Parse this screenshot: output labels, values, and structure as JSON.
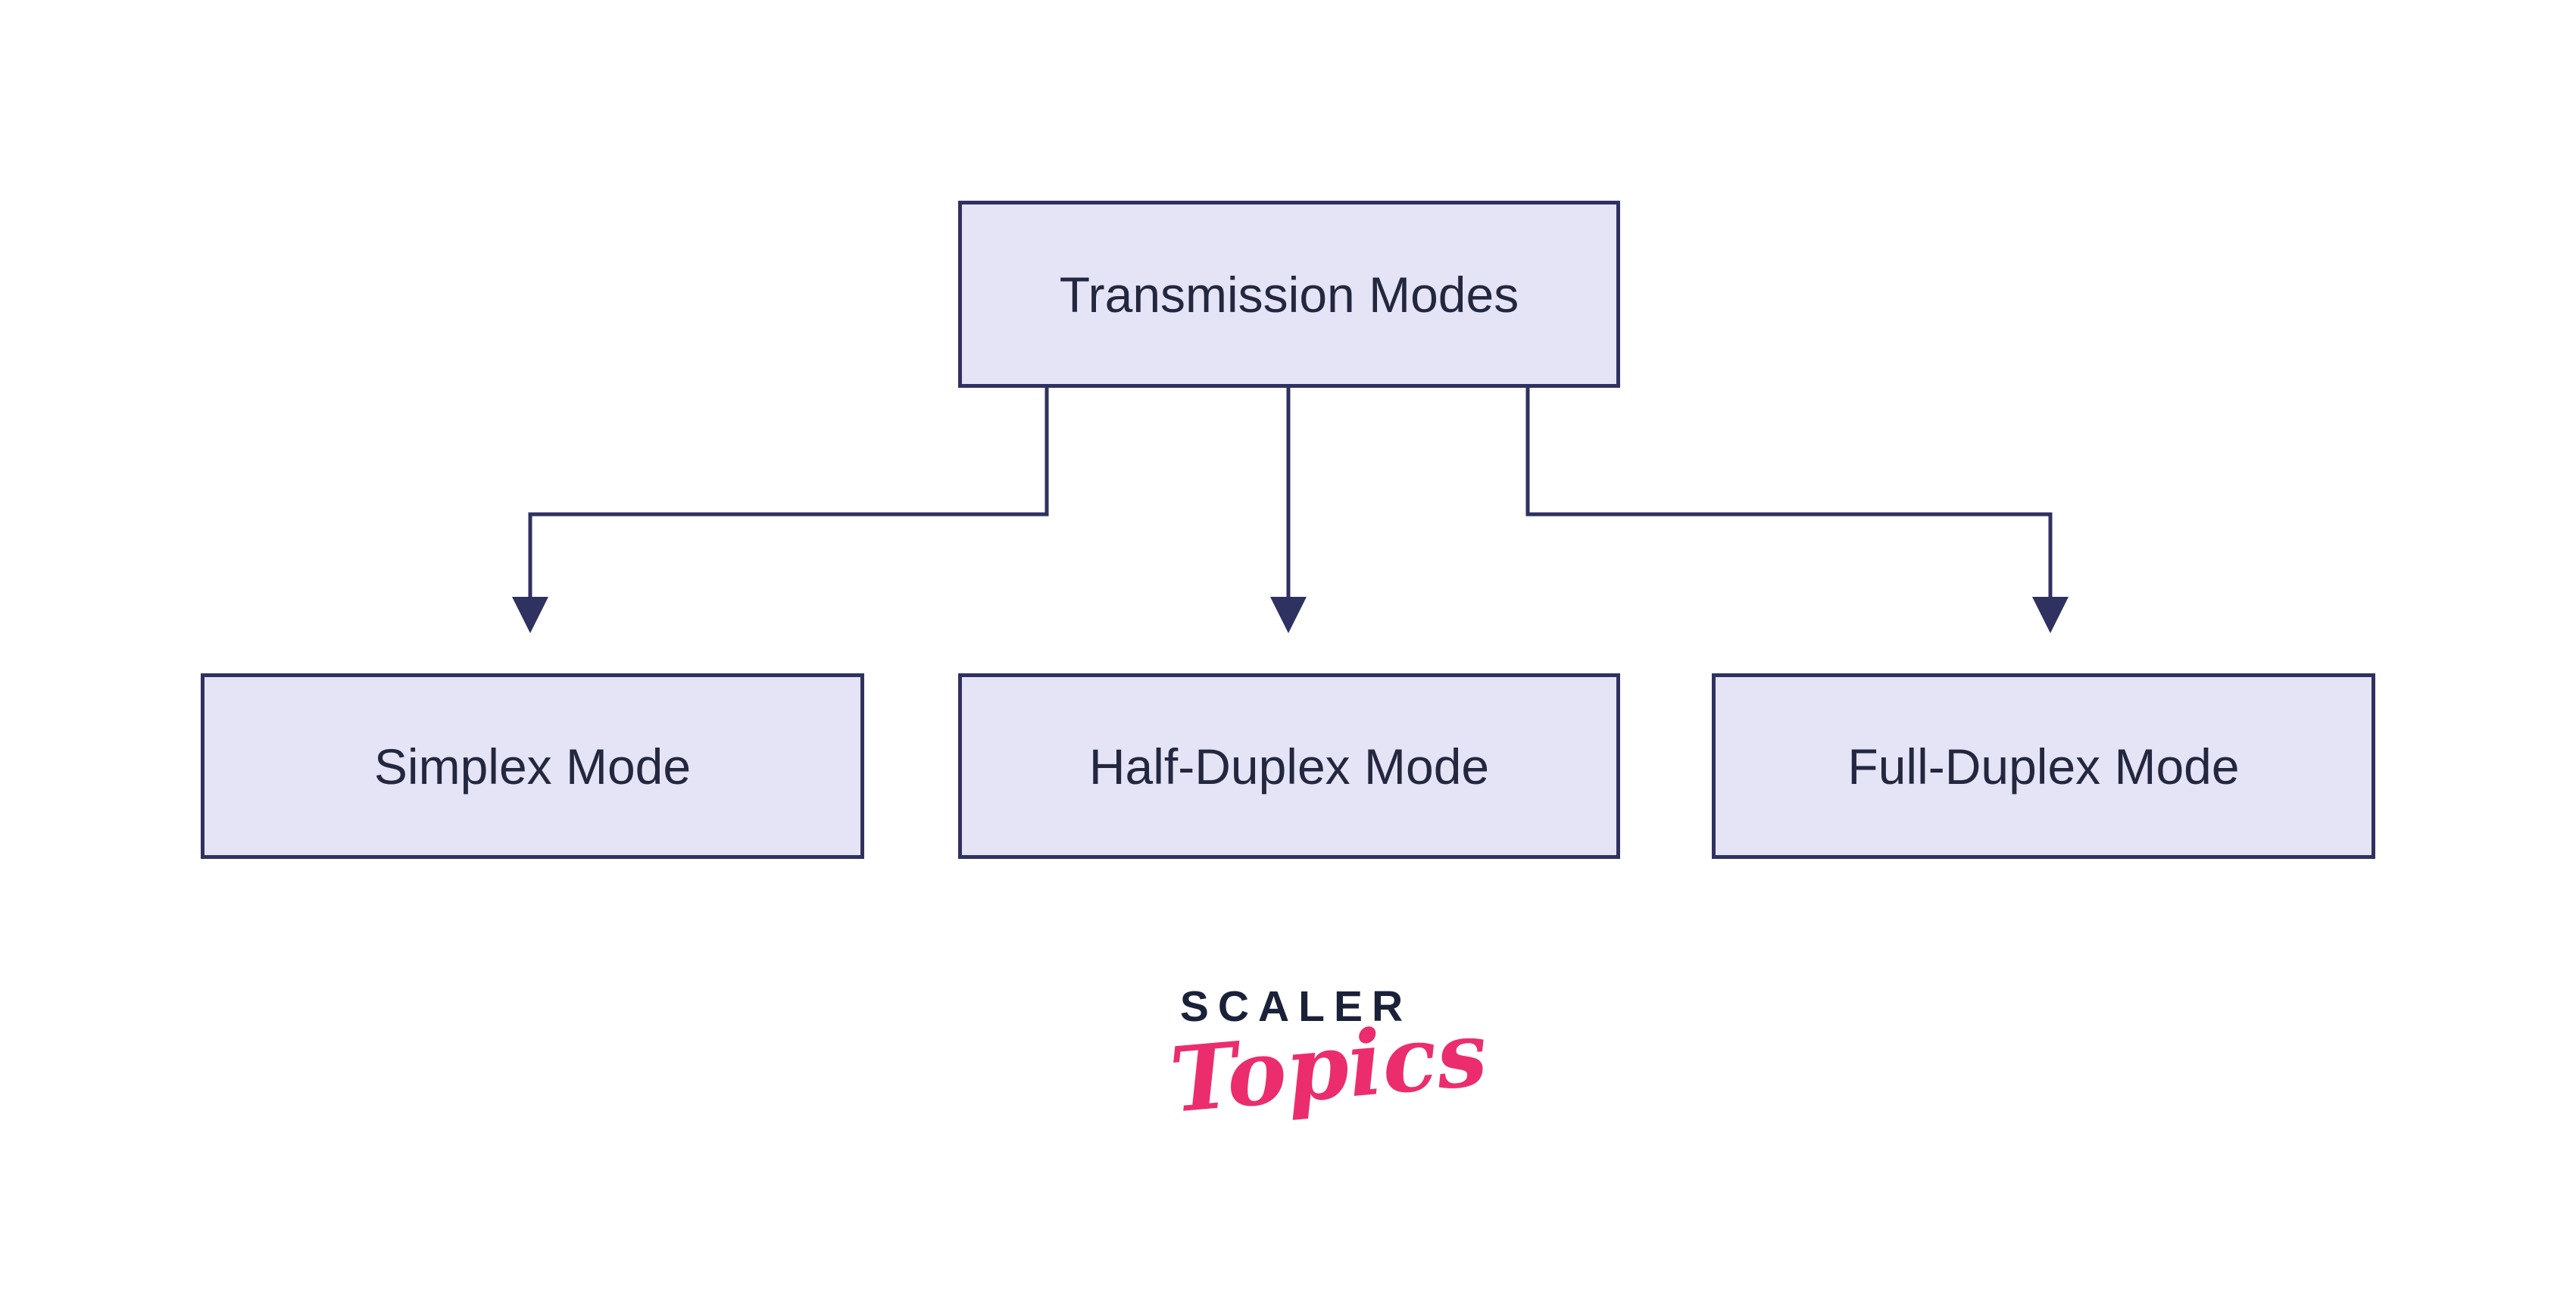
{
  "diagram": {
    "root": {
      "label": "Transmission Modes"
    },
    "children": [
      {
        "label": "Simplex Mode"
      },
      {
        "label": "Half-Duplex Mode"
      },
      {
        "label": "Full-Duplex Mode"
      }
    ]
  },
  "logo": {
    "primary": "SCALER",
    "secondary": "Topics"
  },
  "theme": {
    "background": "#ffffff",
    "node_fill": "#e4e4f6",
    "node_border": "#2f3161",
    "node_text": "#23273f",
    "connector": "#2f3161",
    "logo_primary_color": "#1b2138",
    "logo_secondary_color": "#ec2d6d"
  }
}
